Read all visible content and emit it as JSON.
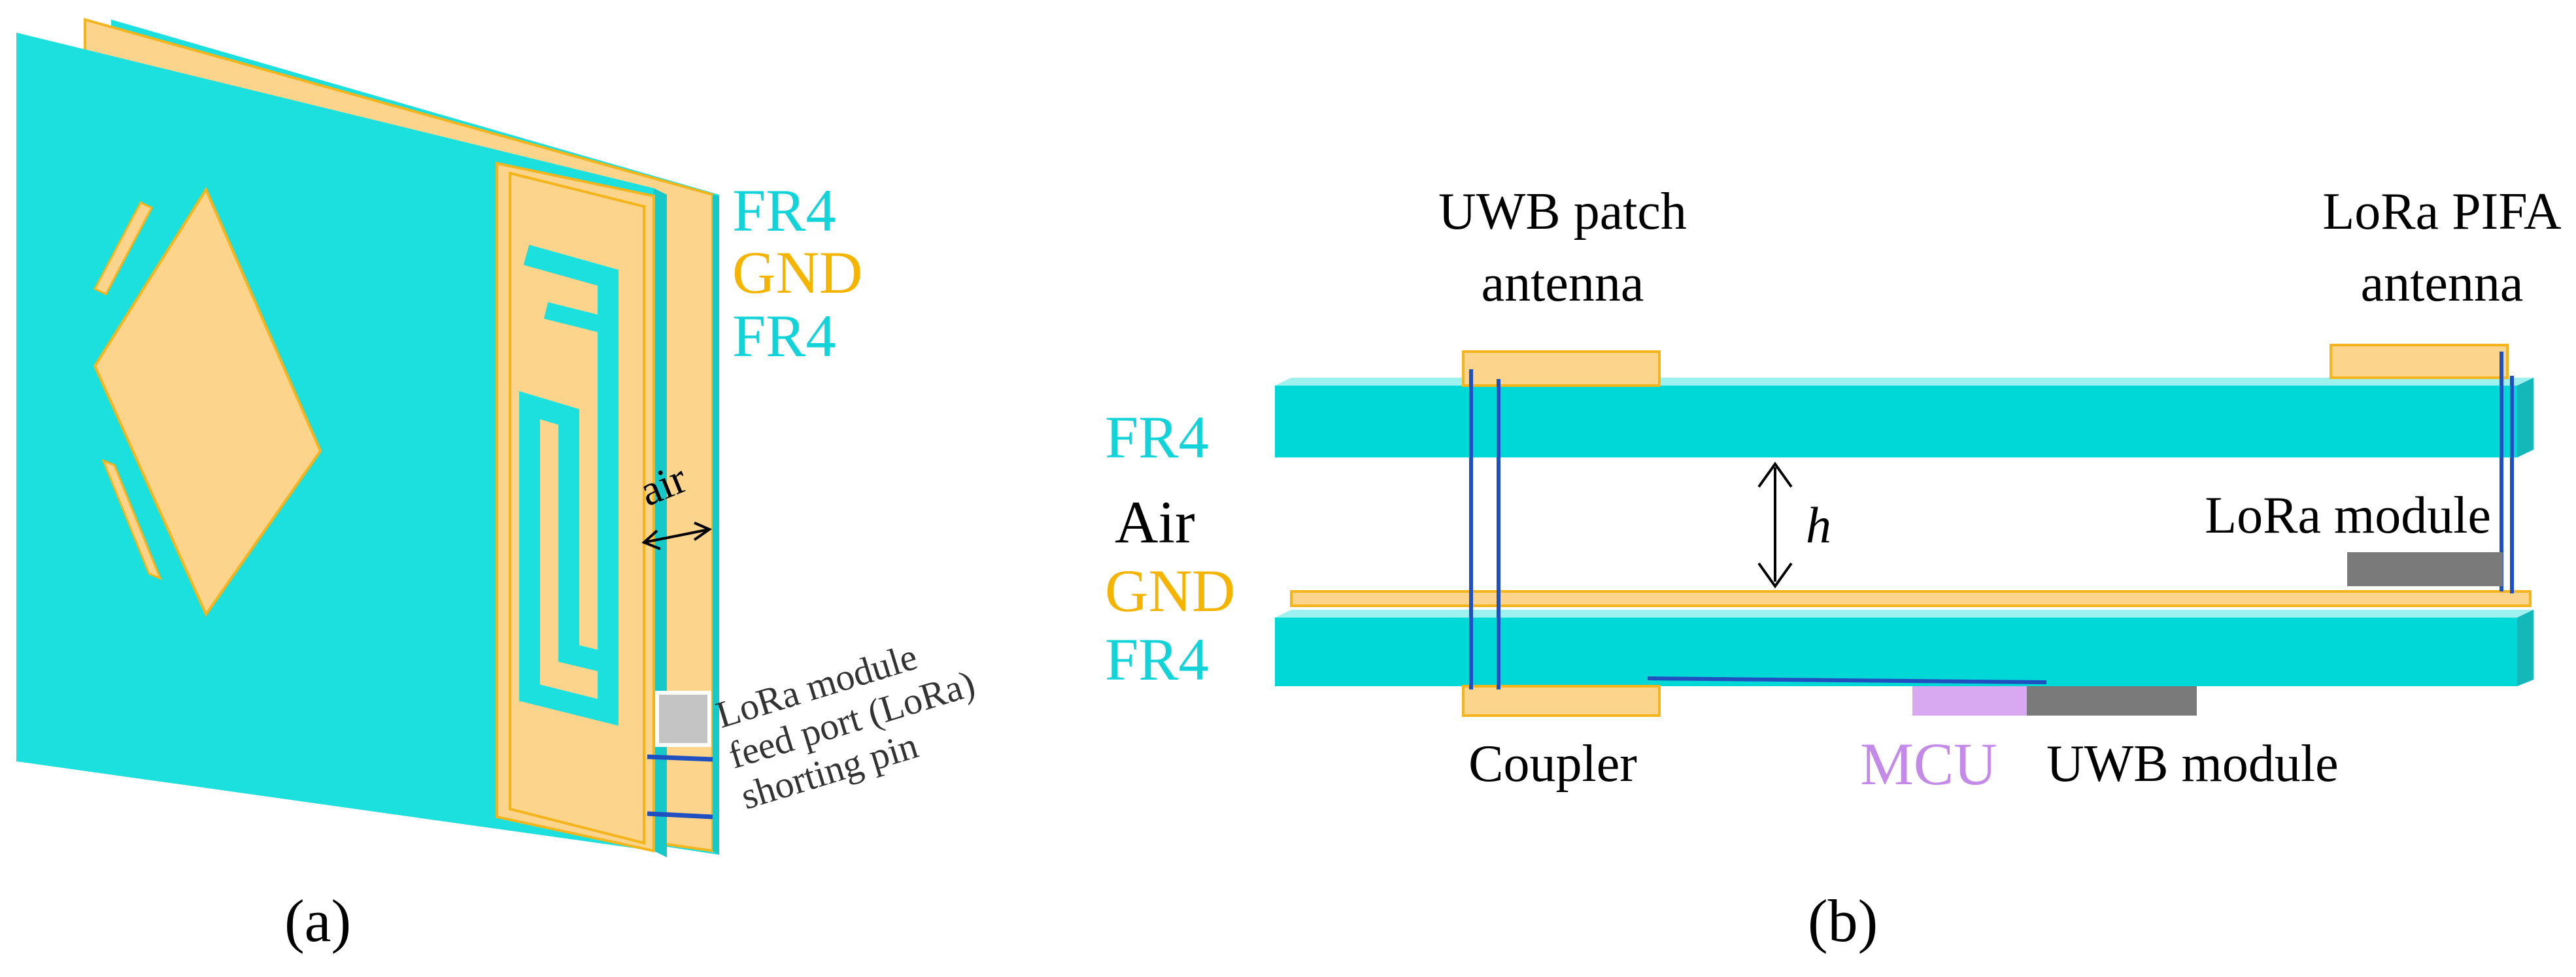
{
  "panel_a": {
    "legend": {
      "fr4_top": "FR4",
      "gnd": "GND",
      "fr4_bottom": "FR4"
    },
    "air_label": "air",
    "callouts": {
      "lora_module": "LoRa module",
      "feed_port": "feed port (LoRa)",
      "shorting_pin": "shorting pin"
    },
    "caption": "(a)"
  },
  "panel_b": {
    "uwb_patch_line1": "UWB patch",
    "uwb_patch_line2": "antenna",
    "lora_pifa_line1": "LoRa PIFA",
    "lora_pifa_line2": "antenna",
    "layer_labels": {
      "fr4_top": "FR4",
      "air": "Air",
      "gnd": "GND",
      "fr4_bottom": "FR4"
    },
    "h_label": "h",
    "lora_module": "LoRa module",
    "coupler": "Coupler",
    "mcu": "MCU",
    "uwb_module": "UWB module",
    "caption": "(b)"
  },
  "colors": {
    "fr4": "#1ce0de",
    "copper": "#fcd48c",
    "copper_edge": "#f3b51b",
    "gnd_text": "#f4b400",
    "fr4_text": "#12d3d8",
    "mcu": "#d8a8f0",
    "mcu_text": "#c48ae8",
    "module_gray": "#7a7a7a",
    "via_blue": "#2050c0"
  }
}
